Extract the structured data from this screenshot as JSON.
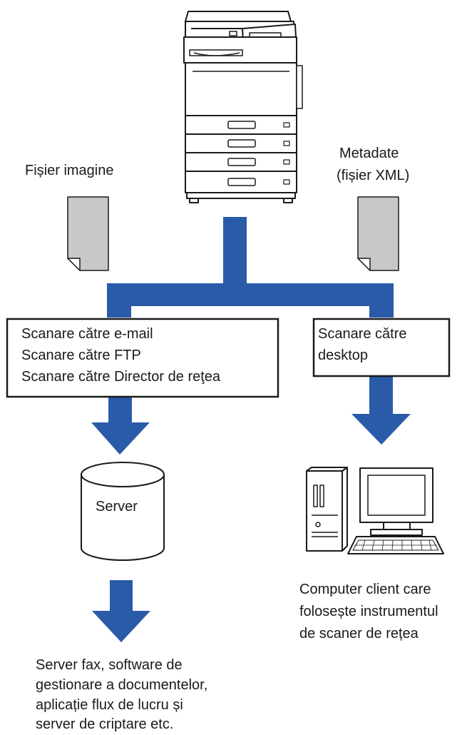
{
  "labels": {
    "image_file": "Fișier imagine",
    "metadata_line1": "Metadate",
    "metadata_line2": "(fișier XML)",
    "server": "Server",
    "client_line1": "Computer client care",
    "client_line2": "folosește instrumentul",
    "client_line3": "de scaner de rețea",
    "result_line1": "Server fax, software de",
    "result_line2": "gestionare a documentelor,",
    "result_line3": "aplicație flux de lucru și",
    "result_line4": "server de criptare etc."
  },
  "left_box": {
    "line1": "Scanare către e-mail",
    "line2": "Scanare către FTP",
    "line3": "Scanare către Director de reţea"
  },
  "right_box": {
    "line1": "Scanare către",
    "line2": "desktop"
  },
  "colors": {
    "arrow_blue": "#2a5ba8",
    "document_gray": "#c8c8c8",
    "outline": "#1a1a1a"
  },
  "icons": [
    "printer-icon",
    "document-icon",
    "server-icon",
    "computer-icon"
  ]
}
